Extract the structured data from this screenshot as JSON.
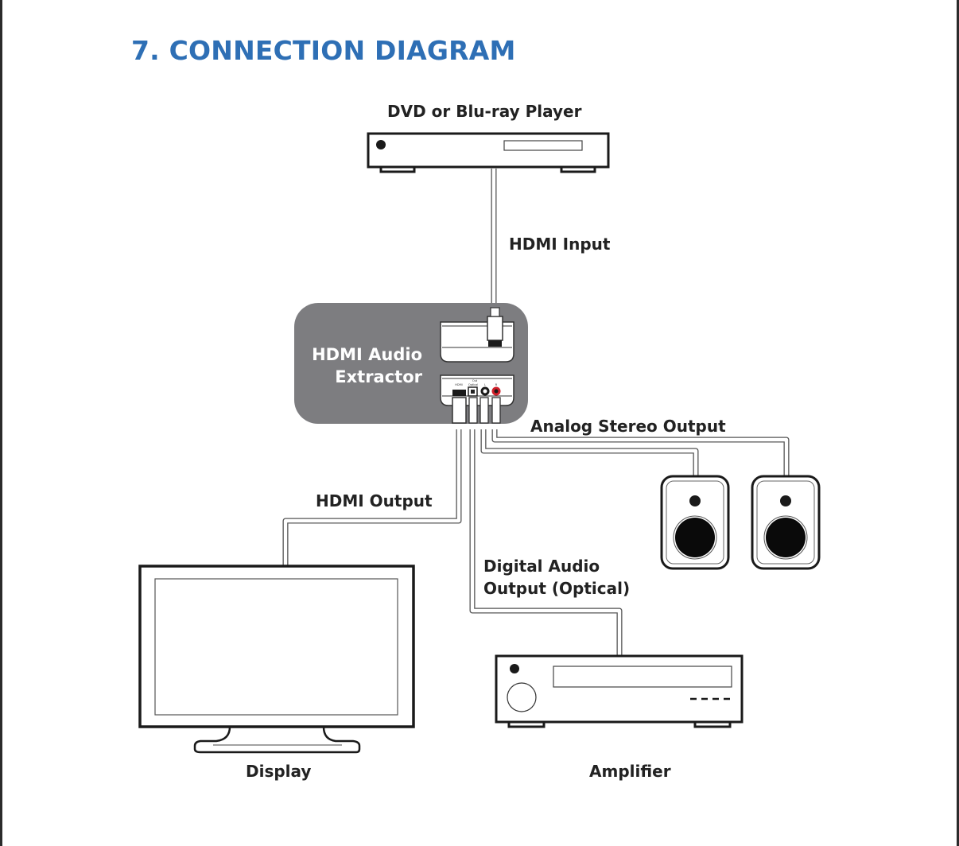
{
  "page": {
    "title": "7. CONNECTION DIAGRAM",
    "accent_color": "#2e6fb5"
  },
  "devices": {
    "source": {
      "label": "DVD or Blu-ray Player",
      "icon": "dvd-player-icon"
    },
    "extractor": {
      "label_line1": "HDMI Audio",
      "label_line2": "Extractor",
      "body_color": "#7d7d80",
      "icon": "audio-extractor-icon"
    },
    "display": {
      "label": "Display",
      "icon": "tv-display-icon"
    },
    "amplifier": {
      "label": "Amplifier",
      "icon": "amplifier-icon"
    },
    "speakers": {
      "count": 2,
      "icon": "speaker-icon"
    }
  },
  "extractor_ports": {
    "group_label": "Out",
    "ports": [
      "HDMI",
      "Optical",
      "L",
      "R"
    ]
  },
  "connections": [
    {
      "id": "hdmi-input",
      "label": "HDMI Input",
      "from": "DVD or Blu-ray Player",
      "to": "HDMI Audio Extractor"
    },
    {
      "id": "hdmi-output",
      "label": "HDMI Output",
      "from": "HDMI Audio Extractor",
      "to": "Display"
    },
    {
      "id": "digital-audio",
      "label_line1": "Digital Audio",
      "label_line2": "Output (Optical)",
      "from": "HDMI Audio Extractor",
      "to": "Amplifier"
    },
    {
      "id": "analog-stereo",
      "label": "Analog Stereo Output",
      "from": "HDMI Audio Extractor",
      "to": "Speakers"
    }
  ]
}
